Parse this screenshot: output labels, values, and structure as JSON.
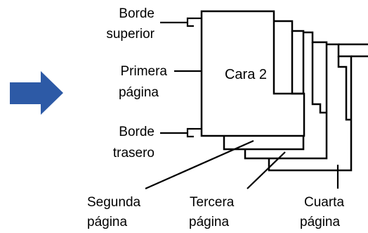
{
  "colors": {
    "arrow": "#2d5aa6",
    "line": "#000000",
    "background": "#ffffff"
  },
  "page_label": "Cara 2",
  "labels": {
    "top_edge": [
      "Borde",
      "superior"
    ],
    "first_page": [
      "Primera",
      "página"
    ],
    "back_edge": [
      "Borde",
      "trasero"
    ],
    "second_page": [
      "Segunda",
      "página"
    ],
    "third_page": [
      "Tercera",
      "página"
    ],
    "fourth_page": [
      "Cuarta",
      "página"
    ]
  },
  "icons": {
    "direction_arrow": "arrow-right-icon"
  }
}
